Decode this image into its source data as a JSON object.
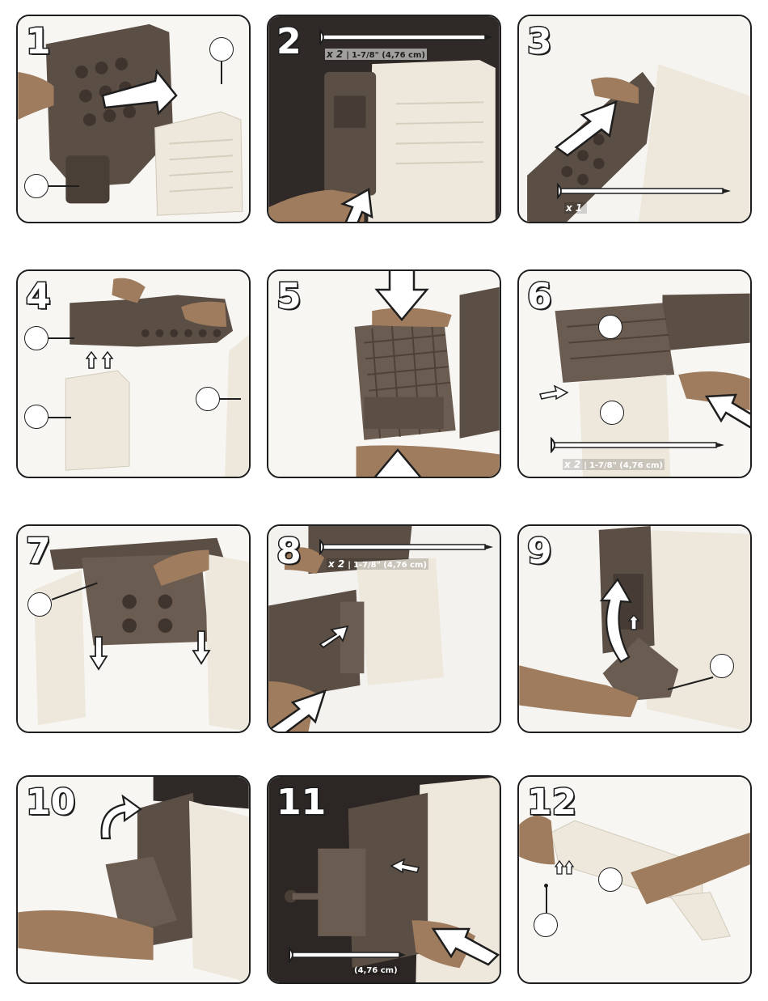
{
  "steps": [
    {
      "number": "1"
    },
    {
      "number": "2",
      "screw": {
        "quantity": "x 2",
        "size": "1-7/8\" (4,76 cm)"
      }
    },
    {
      "number": "3",
      "screw": {
        "quantity": "x 1"
      }
    },
    {
      "number": "4"
    },
    {
      "number": "5"
    },
    {
      "number": "6",
      "screw": {
        "quantity": "x 2",
        "size": "1-7/8\" (4,76 cm)"
      }
    },
    {
      "number": "7"
    },
    {
      "number": "8",
      "screw": {
        "quantity": "x 2",
        "size": "1-7/8\" (4,76 cm)"
      }
    },
    {
      "number": "9"
    },
    {
      "number": "10"
    },
    {
      "number": "11",
      "screw": {
        "size": "(4,76 cm)"
      }
    },
    {
      "number": "12"
    }
  ],
  "colors": {
    "outline": "#1e1e1e",
    "brown_part": "#5b4e44",
    "beige_part": "#eee8dc",
    "skin": "#a07c5e",
    "background_dark": "#333333"
  }
}
